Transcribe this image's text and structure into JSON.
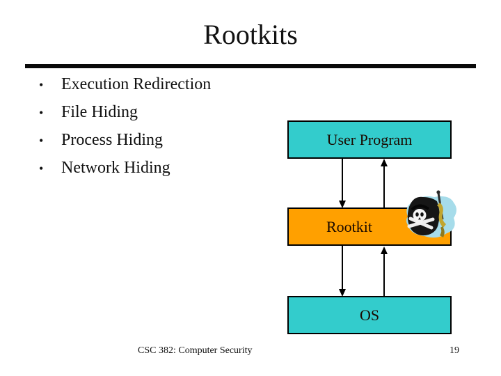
{
  "slide": {
    "title": "Rootkits",
    "bullets": [
      "Execution Redirection",
      "File Hiding",
      "Process Hiding",
      "Network Hiding"
    ],
    "footer_text": "CSC 382: Computer Security",
    "page_number": "19"
  },
  "diagram": {
    "boxes": [
      {
        "label": "User Program",
        "color": "#33CCCC"
      },
      {
        "label": "Rootkit",
        "color": "#FFA000"
      },
      {
        "label": "OS",
        "color": "#33CCCC"
      }
    ],
    "arrows": [
      "user-program-to-rootkit-down",
      "rootkit-to-user-program-up",
      "rootkit-to-os-down",
      "os-to-rootkit-up"
    ],
    "icon": "pirate-flag-icon",
    "colors": {
      "teal": "#33CCCC",
      "orange": "#FFA000",
      "border": "#000000",
      "icon_background_blue": "#A6DCEA"
    }
  }
}
